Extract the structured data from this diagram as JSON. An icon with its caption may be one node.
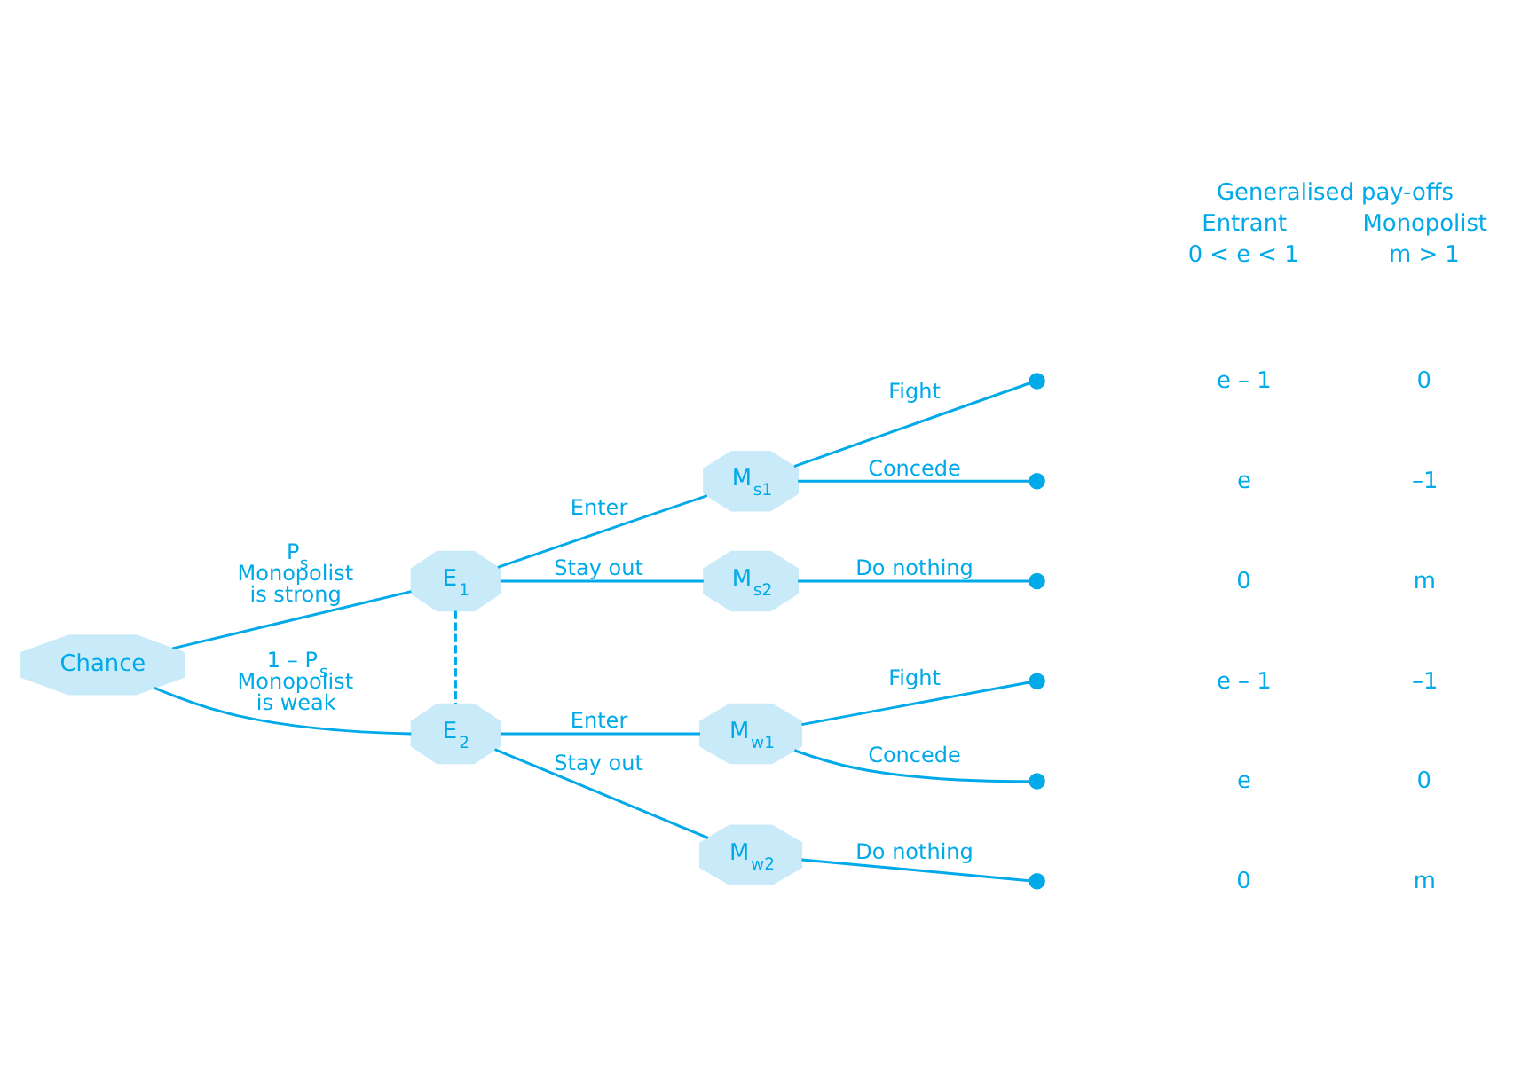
{
  "diagram": {
    "nodes": [
      {
        "text": [
          "Chance"
        ]
      },
      {
        "text": [
          "E$_{1}$"
        ]
      },
      {
        "text": [
          "E$_{2}$"
        ]
      },
      {
        "text": [
          "M$_{s1}$"
        ]
      },
      {
        "text": [
          "M$_{s2}$"
        ]
      },
      {
        "text": [
          "M$_{w1}$"
        ]
      },
      {
        "text": [
          "M$_{w2}$"
        ]
      },
      {
        "text": [],
        "shape": "circle"
      },
      {
        "text": [],
        "shape": "circle"
      },
      {
        "text": [],
        "shape": "circle"
      },
      {
        "text": [],
        "shape": "circle"
      },
      {
        "text": [],
        "shape": "circle"
      },
      {
        "text": [],
        "shape": "circle"
      }
    ],
    "edges": [
      {
        "from": 0,
        "to": 1,
        "arrow": "none",
        "label": "P$_{s}$ Monopolist is strong"
      },
      {
        "from": 0,
        "to": 2,
        "arrow": "none",
        "label": "1 – P$_{s}$ Monopolist is weak"
      },
      {
        "from": 1,
        "to": 2,
        "arrow": "none",
        "style": "dashed"
      },
      {
        "from": 1,
        "to": 3,
        "arrow": "none",
        "label": "Enter"
      },
      {
        "from": 1,
        "to": 4,
        "arrow": "none",
        "label": "Stay out"
      },
      {
        "from": 2,
        "to": 5,
        "arrow": "none",
        "label": "Enter"
      },
      {
        "from": 2,
        "to": 6,
        "arrow": "none",
        "label": "Stay out"
      },
      {
        "from": 3,
        "to": 7,
        "arrow": "none",
        "label": "Fight"
      },
      {
        "from": 3,
        "to": 8,
        "arrow": "none",
        "label": "Concede"
      },
      {
        "from": 4,
        "to": 9,
        "arrow": "none",
        "label": "Do nothing"
      },
      {
        "from": 5,
        "to": 10,
        "arrow": "none",
        "label": "Fight"
      },
      {
        "from": 5,
        "to": 11,
        "arrow": "none",
        "label": "Concede"
      },
      {
        "from": 6,
        "to": 12,
        "arrow": "none",
        "label": "Do nothing"
      }
    ],
    "labels": [
      "Generalised pay-offs",
      "Entrant",
      "Monopolist",
      "0 < e < 1",
      "m > 1",
      "e – 1",
      "0",
      "e",
      "–1",
      "0",
      "m",
      "e – 1",
      "–1",
      "e",
      "0",
      "0",
      "m"
    ]
  }
}
